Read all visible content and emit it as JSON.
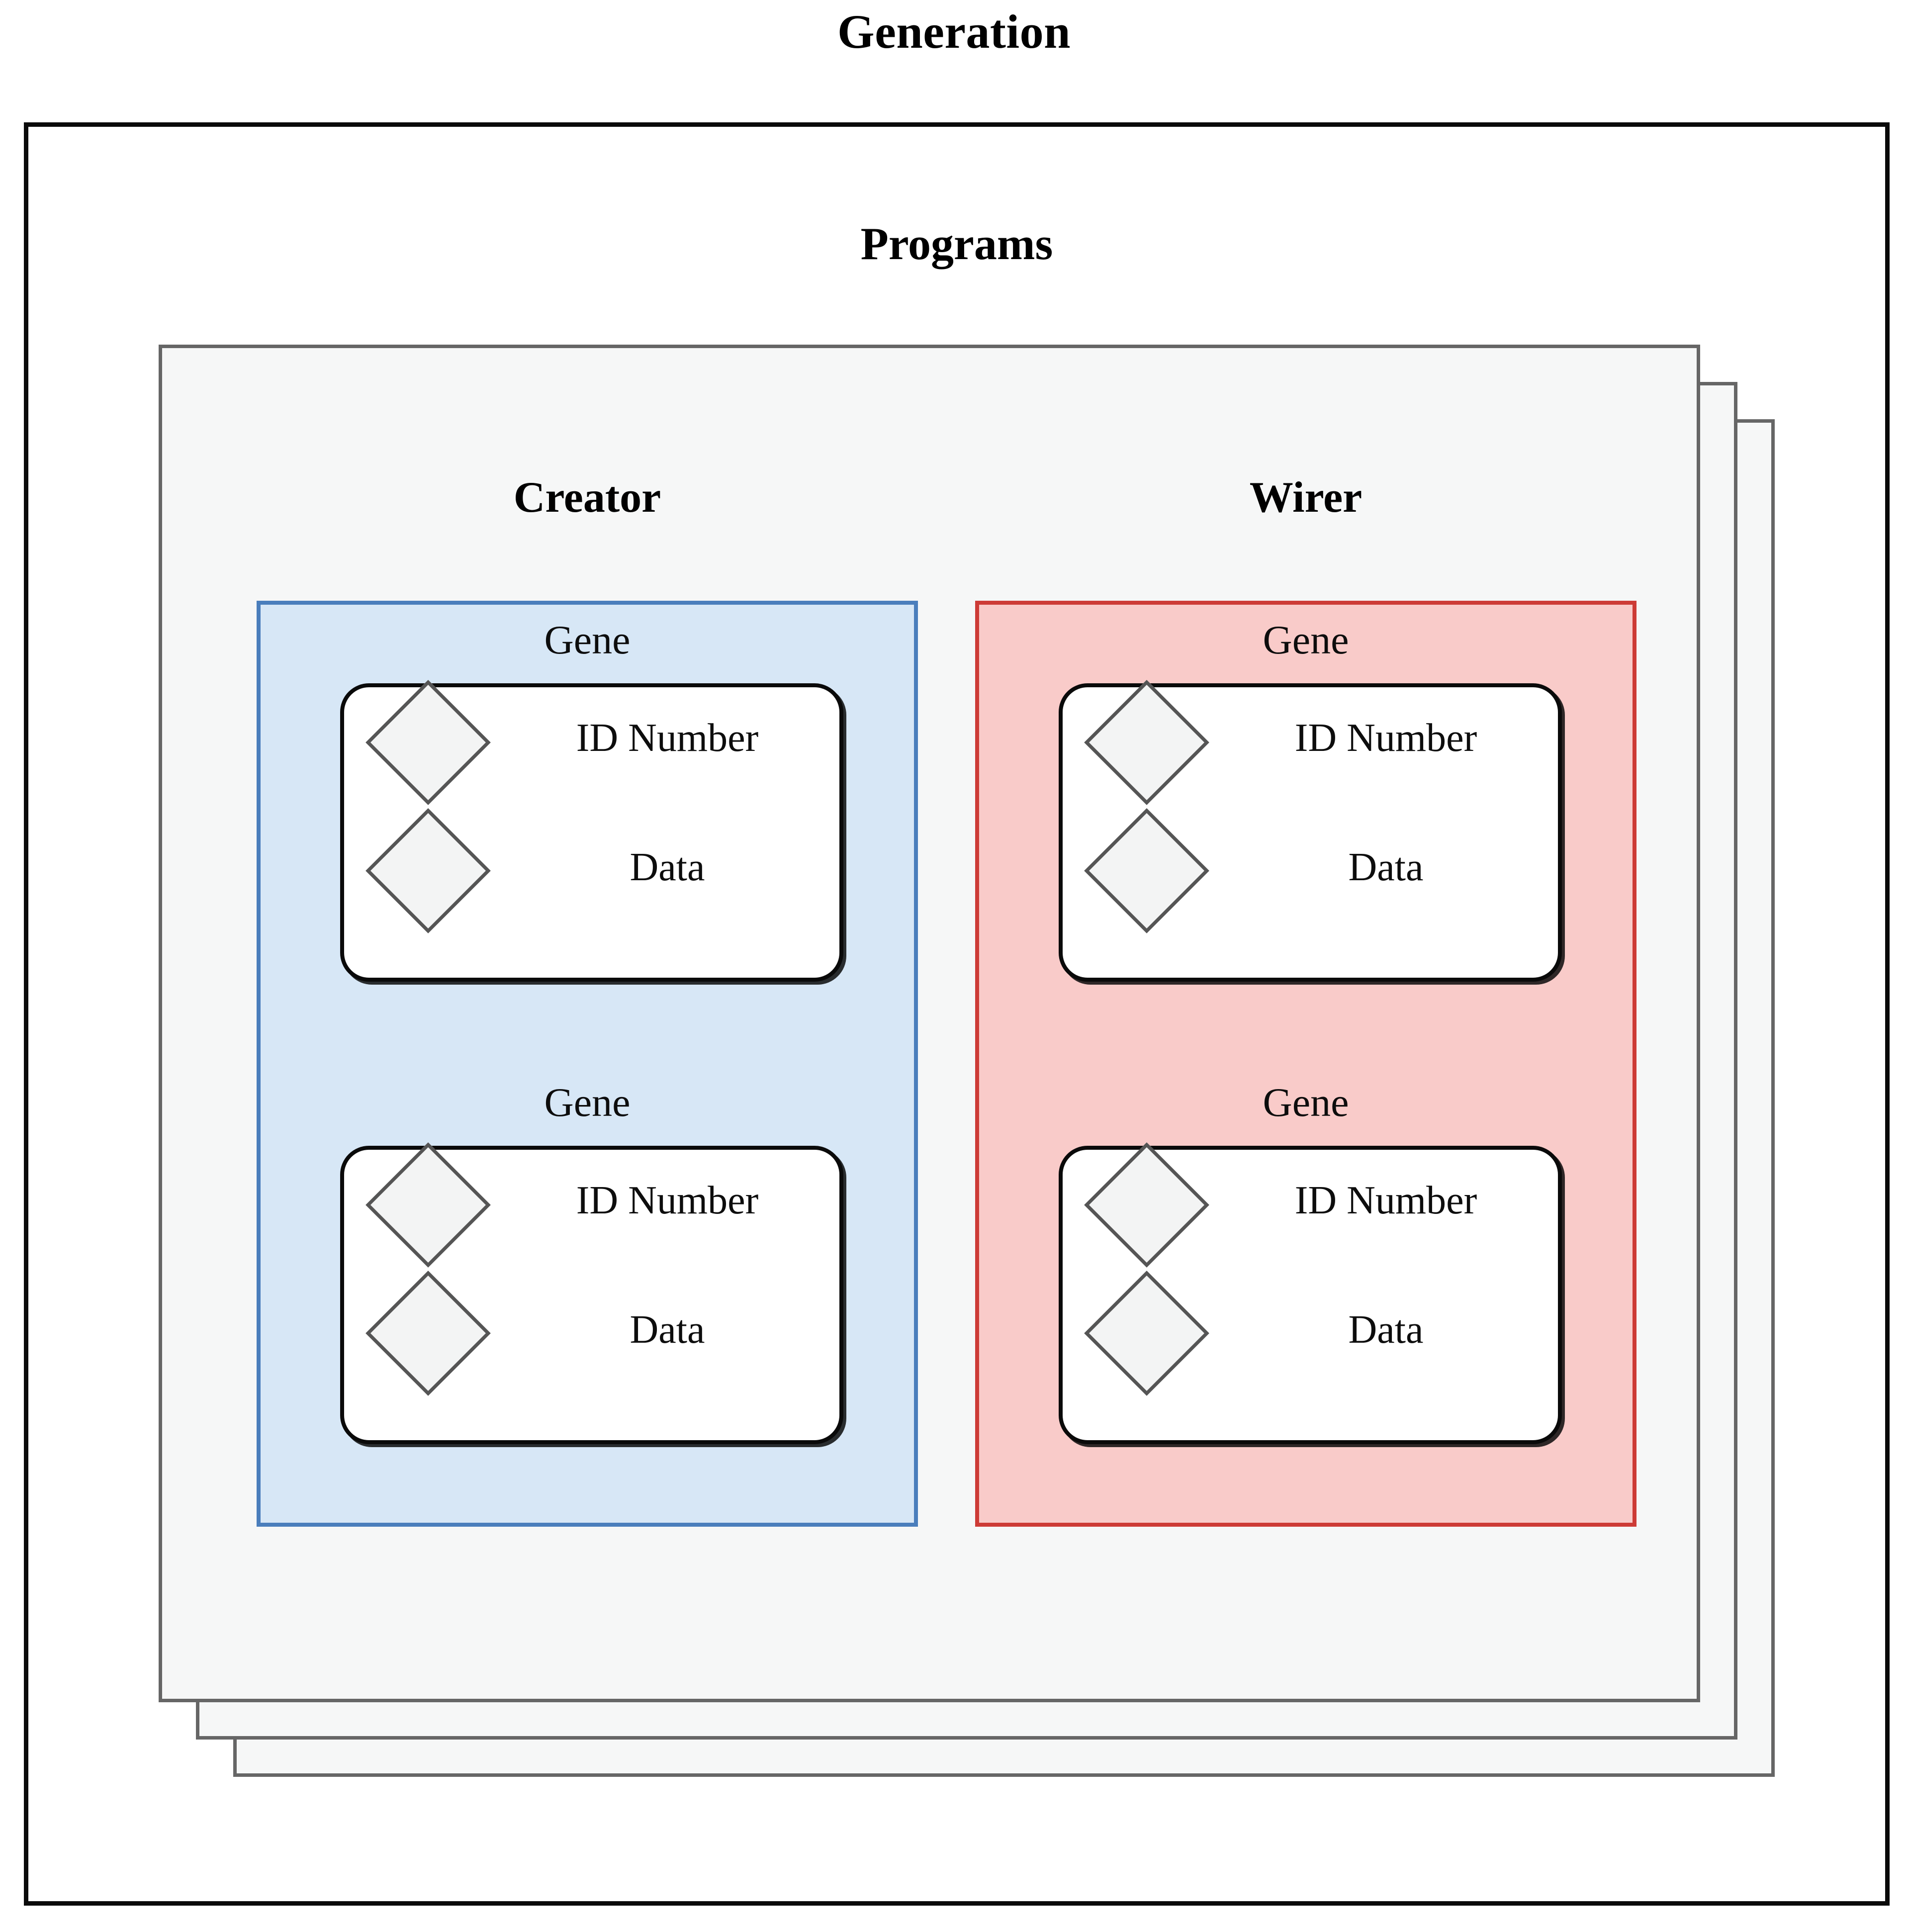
{
  "diagram": {
    "title": "Generation",
    "container_label": "Programs",
    "colors": {
      "outer_frame_border": "#0a0a0a",
      "program_card_border": "#666666",
      "program_card_fill": "#f6f7f7",
      "creator_border": "#4a7ebc",
      "creator_fill": "#d7e7f6",
      "wirer_border": "#cd3b36",
      "wirer_fill": "#f9cbc9",
      "gene_card_border": "#0a0a0a",
      "gene_card_fill": "#ffffff",
      "diamond_border": "#555555",
      "diamond_fill": "#f3f4f4",
      "text": "#000000"
    },
    "program_stack_count": 3,
    "columns": [
      {
        "id": "creator",
        "title": "Creator",
        "accent": "#4a7ebc",
        "genes": [
          {
            "label": "Gene",
            "fields": [
              {
                "name": "ID Number",
                "marker": "diamond"
              },
              {
                "name": "Data",
                "marker": "diamond"
              }
            ]
          },
          {
            "label": "Gene",
            "fields": [
              {
                "name": "ID Number",
                "marker": "diamond"
              },
              {
                "name": "Data",
                "marker": "diamond"
              }
            ]
          }
        ]
      },
      {
        "id": "wirer",
        "title": "Wirer",
        "accent": "#cd3b36",
        "genes": [
          {
            "label": "Gene",
            "fields": [
              {
                "name": "ID Number",
                "marker": "diamond"
              },
              {
                "name": "Data",
                "marker": "diamond"
              }
            ]
          },
          {
            "label": "Gene",
            "fields": [
              {
                "name": "ID Number",
                "marker": "diamond"
              },
              {
                "name": "Data",
                "marker": "diamond"
              }
            ]
          }
        ]
      }
    ]
  }
}
